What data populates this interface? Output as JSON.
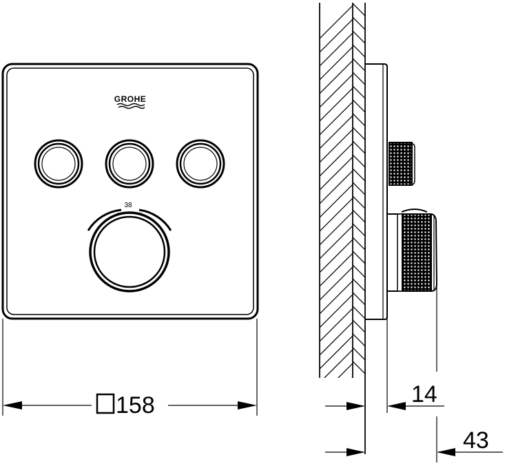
{
  "drawing": {
    "front_view": {
      "brand_logo": "GROHE",
      "temperature_mark": "38",
      "button_count": 3,
      "width_dimension": {
        "symbol": "square",
        "value": "158",
        "label": "□158"
      }
    },
    "side_view": {
      "depth_dimension_1": {
        "value": "14"
      },
      "depth_dimension_2": {
        "value": "43"
      }
    },
    "colors": {
      "line": "#000000",
      "background": "#ffffff"
    }
  }
}
